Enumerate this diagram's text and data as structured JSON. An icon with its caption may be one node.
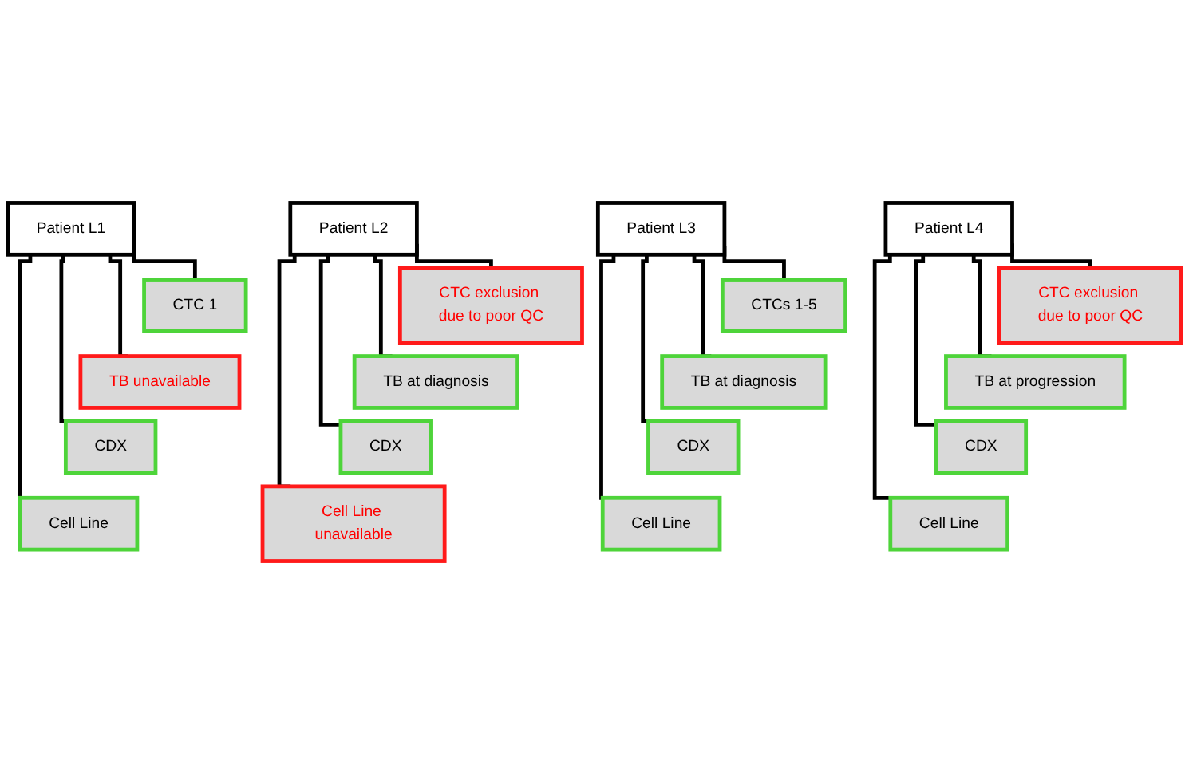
{
  "diagram": {
    "nodes": [
      {
        "text": [
          "Patient L1"
        ]
      },
      {
        "text": [
          "CTC 1"
        ]
      },
      {
        "text": [
          "TB unavailable"
        ]
      },
      {
        "text": [
          "CDX"
        ]
      },
      {
        "text": [
          "Cell Line"
        ]
      },
      {
        "text": [
          "Patient L2"
        ]
      },
      {
        "text": [
          "CTC exclusion due to poor QC"
        ]
      },
      {
        "text": [
          "TB at diagnosis"
        ]
      },
      {
        "text": [
          "CDX"
        ]
      },
      {
        "text": [
          "Cell Line unavailable"
        ]
      },
      {
        "text": [
          "Patient L3"
        ]
      },
      {
        "text": [
          "CTCs 1-5"
        ]
      },
      {
        "text": [
          "TB at diagnosis"
        ]
      },
      {
        "text": [
          "CDX"
        ]
      },
      {
        "text": [
          "Cell Line"
        ]
      },
      {
        "text": [
          "Patient L4"
        ]
      },
      {
        "text": [
          "CTC exclusion due to poor QC"
        ]
      },
      {
        "text": [
          "TB at progression"
        ]
      },
      {
        "text": [
          "CDX"
        ]
      },
      {
        "text": [
          "Cell Line"
        ]
      }
    ],
    "edges": [
      {
        "from": 0,
        "to": 1,
        "arrow": "none"
      },
      {
        "from": 0,
        "to": 2,
        "arrow": "none"
      },
      {
        "from": 0,
        "to": 3,
        "arrow": "none"
      },
      {
        "from": 0,
        "to": 4,
        "arrow": "none"
      },
      {
        "from": 5,
        "to": 6,
        "arrow": "none"
      },
      {
        "from": 5,
        "to": 7,
        "arrow": "none"
      },
      {
        "from": 5,
        "to": 8,
        "arrow": "none"
      },
      {
        "from": 5,
        "to": 9,
        "arrow": "none"
      },
      {
        "from": 10,
        "to": 11,
        "arrow": "none"
      },
      {
        "from": 10,
        "to": 12,
        "arrow": "none"
      },
      {
        "from": 10,
        "to": 13,
        "arrow": "none"
      },
      {
        "from": 10,
        "to": 14,
        "arrow": "none"
      },
      {
        "from": 15,
        "to": 16,
        "arrow": "none"
      },
      {
        "from": 15,
        "to": 17,
        "arrow": "none"
      },
      {
        "from": 15,
        "to": 18,
        "arrow": "none"
      },
      {
        "from": 15,
        "to": 19,
        "arrow": "none"
      }
    ]
  }
}
